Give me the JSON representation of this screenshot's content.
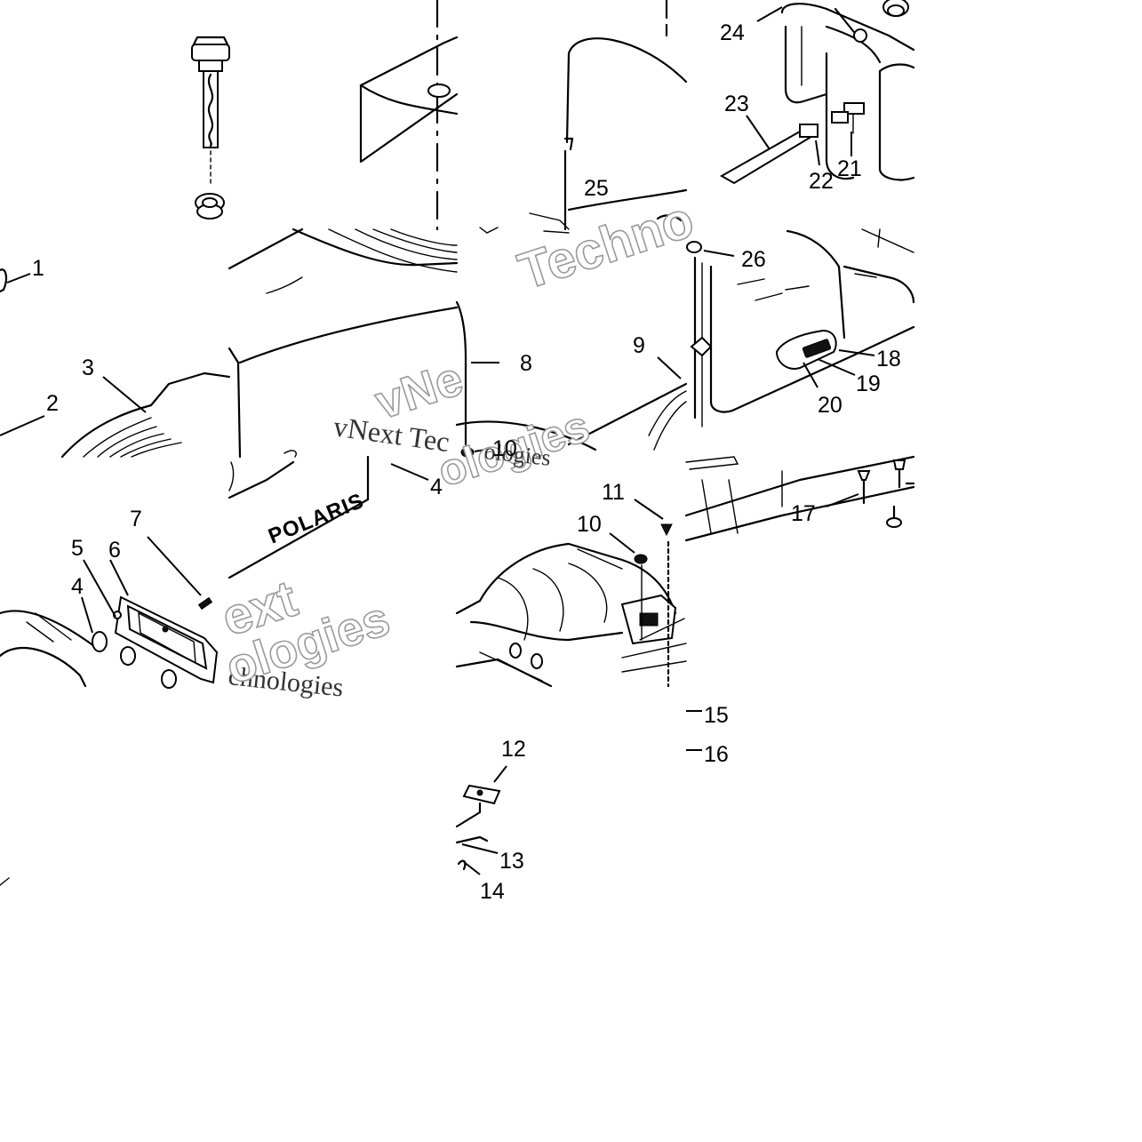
{
  "diagram": {
    "callouts": [
      {
        "id": "1",
        "text": "1"
      },
      {
        "id": "2",
        "text": "2"
      },
      {
        "id": "3",
        "text": "3"
      },
      {
        "id": "4a",
        "text": "4"
      },
      {
        "id": "4b",
        "text": "4"
      },
      {
        "id": "5",
        "text": "5"
      },
      {
        "id": "6",
        "text": "6"
      },
      {
        "id": "7",
        "text": "7"
      },
      {
        "id": "8",
        "text": "8"
      },
      {
        "id": "9",
        "text": "9"
      },
      {
        "id": "10a",
        "text": "10"
      },
      {
        "id": "10b",
        "text": "10"
      },
      {
        "id": "11",
        "text": "11"
      },
      {
        "id": "12",
        "text": "12"
      },
      {
        "id": "13",
        "text": "13"
      },
      {
        "id": "14",
        "text": "14"
      },
      {
        "id": "15",
        "text": "15"
      },
      {
        "id": "16",
        "text": "16"
      },
      {
        "id": "17",
        "text": "17"
      },
      {
        "id": "18",
        "text": "18"
      },
      {
        "id": "19",
        "text": "19"
      },
      {
        "id": "20",
        "text": "20"
      },
      {
        "id": "21",
        "text": "21"
      },
      {
        "id": "22",
        "text": "22"
      },
      {
        "id": "23",
        "text": "23"
      },
      {
        "id": "24",
        "text": "24"
      },
      {
        "id": "25",
        "text": "25"
      },
      {
        "id": "26",
        "text": "26"
      }
    ],
    "brand_decal": "POLARIS",
    "watermarks": [
      "Techno",
      "vNext Tec",
      "vNe",
      "ologies",
      "ext",
      "chnologies",
      "ologies"
    ]
  }
}
